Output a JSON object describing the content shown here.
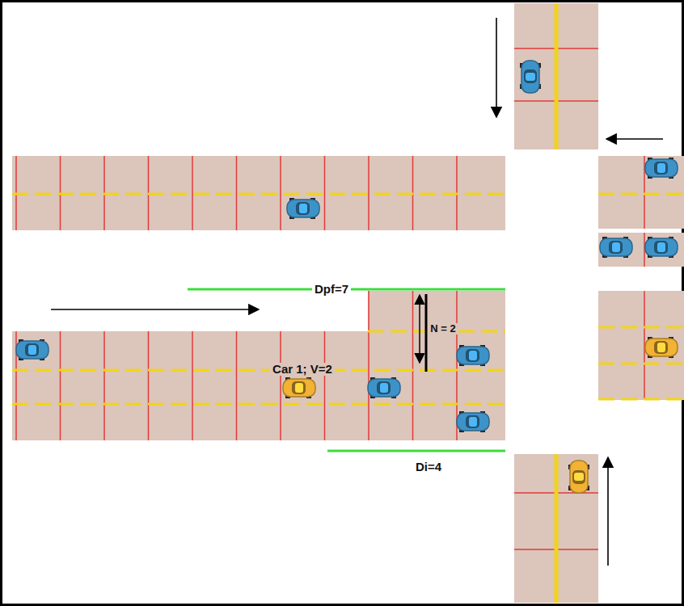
{
  "diagram": {
    "labels": [
      "Dpf=7",
      "N = 2",
      "Car 1; V=2",
      "Di=4"
    ]
  }
}
